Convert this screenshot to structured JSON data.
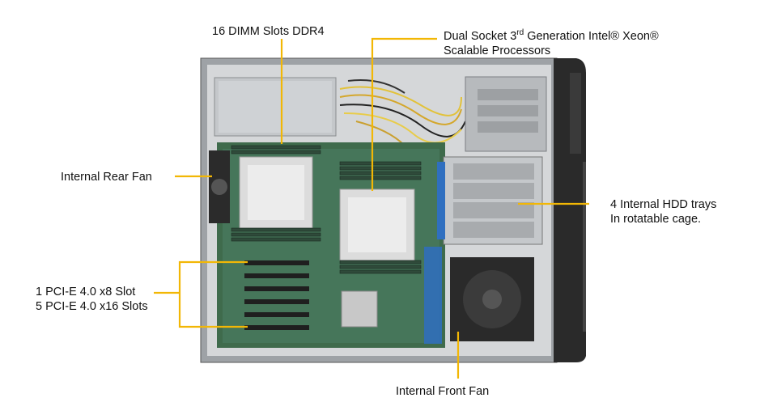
{
  "callouts": {
    "dimm": "16 DIMM  Slots DDR4",
    "cpu_line1_pre": "Dual Socket 3",
    "cpu_line1_sup": "rd",
    "cpu_line1_post": " Generation Intel® Xeon®",
    "cpu_line2": "Scalable Processors",
    "rear_fan": "Internal  Rear Fan",
    "hdd_line1": "4 Internal  HDD trays",
    "hdd_line2": "In  rotatable cage.",
    "pcie_line1": "1 PCI-E 4.0 x8 Slot",
    "pcie_line2": "5 PCI-E 4.0 x16 Slots",
    "front_fan": "Internal  Front Fan"
  },
  "colors": {
    "callout_line": "#f2b705",
    "chassis_dark": "#2a2a2a",
    "chassis_metal": "#bcbfc2",
    "board_green": "#3f6b4c",
    "hdd_blue": "#2f6fc0"
  }
}
